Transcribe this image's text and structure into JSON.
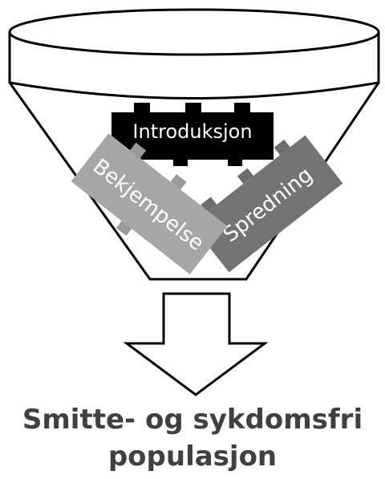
{
  "blocks": {
    "top": {
      "label": "Introduksjon",
      "color": "#000000"
    },
    "left": {
      "label": "Bekjempelse",
      "color": "#a6a6a6"
    },
    "right": {
      "label": "Spredning",
      "color": "#737373"
    }
  },
  "caption": {
    "line1": "Smitte- og sykdomsfri",
    "line2": "populasjon"
  },
  "colors": {
    "outline": "#000000",
    "caption_text": "#404040"
  }
}
